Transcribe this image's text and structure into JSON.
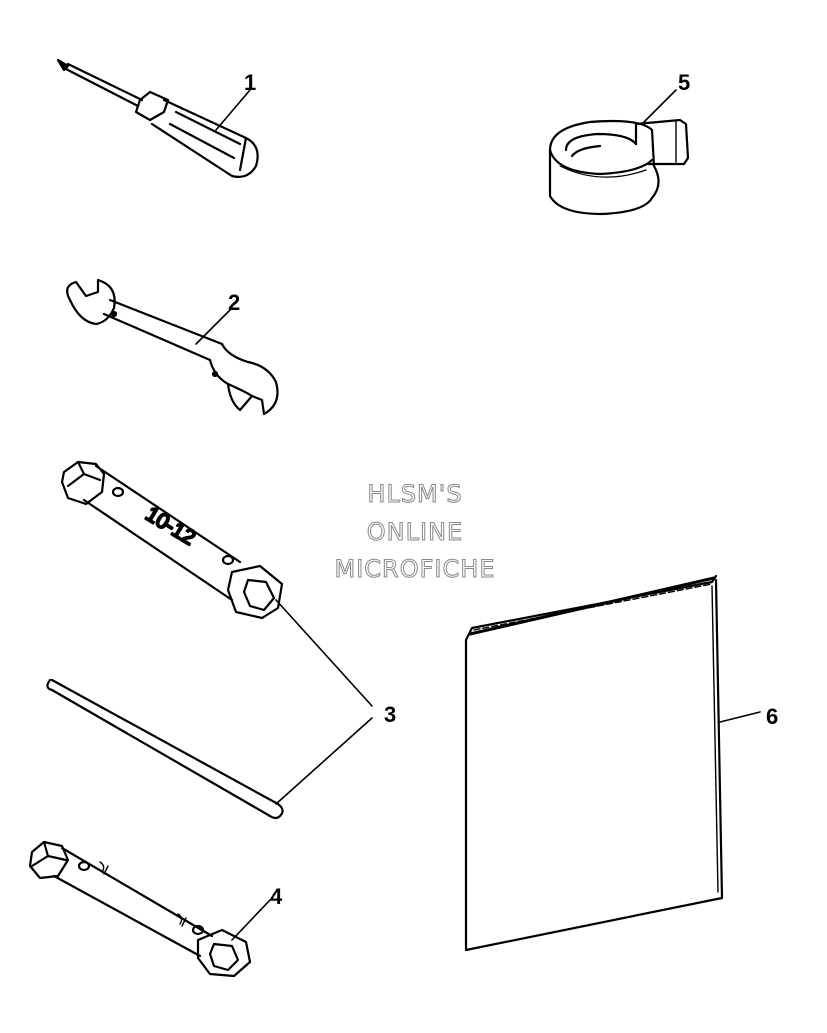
{
  "callouts": {
    "1": "1",
    "2": "2",
    "3": "3",
    "4": "4",
    "5": "5",
    "6": "6"
  },
  "stamps": {
    "socket_wrench_size": "10-12"
  },
  "watermark": {
    "line1": "HLSM'S",
    "line2": "ONLINE",
    "line3": "MICROFICHE"
  },
  "icons": {
    "screwdriver": "screwdriver-icon",
    "spanner": "open-end-wrench-icon",
    "socket_wrench": "socket-wrench-icon",
    "tommy_bar": "tommy-bar-icon",
    "plug_wrench": "plug-wrench-icon",
    "tape": "tape-roll-icon",
    "manual": "owners-manual-icon"
  }
}
